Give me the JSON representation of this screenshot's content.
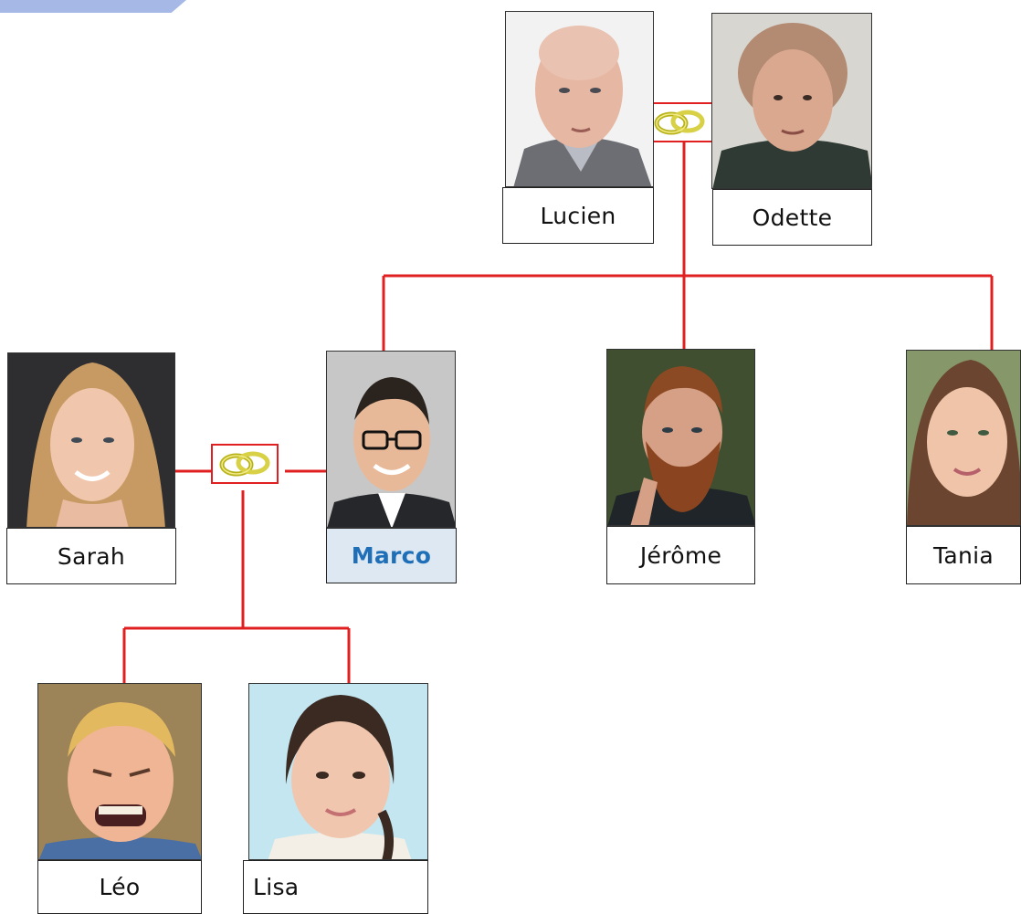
{
  "members": {
    "lucien": {
      "name": "Lucien"
    },
    "odette": {
      "name": "Odette"
    },
    "sarah": {
      "name": "Sarah"
    },
    "marco": {
      "name": "Marco"
    },
    "jerome": {
      "name": "Jérôme"
    },
    "tania": {
      "name": "Tania"
    },
    "leo": {
      "name": "Léo"
    },
    "lisa": {
      "name": "Lisa"
    }
  },
  "colors": {
    "link_line": "#e02020",
    "selected_name_text": "#1f6fb8",
    "selected_name_background": "#dde8f2",
    "corner_tab": "#a6b9e6"
  },
  "icons": {
    "marriage": "wedding-rings-icon"
  }
}
